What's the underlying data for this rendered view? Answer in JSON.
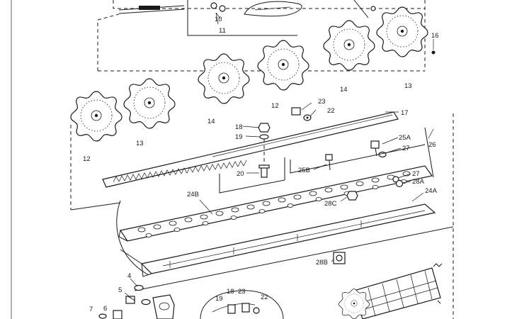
{
  "diagram": {
    "labels": {
      "l10": "10",
      "l11": "11",
      "l16": "16",
      "l12a": "12",
      "l14a": "14",
      "l13a": "13",
      "l12b": "12",
      "l14b": "14",
      "l13b": "13",
      "l23a": "23",
      "l22a": "22",
      "l17": "17",
      "l18a": "18",
      "l19a": "19",
      "l25A": "25A",
      "l27a": "27",
      "l26": "26",
      "l20": "20",
      "l25B": "25B",
      "l27b": "27",
      "l28A": "28A",
      "l24B": "24B",
      "l24A": "24A",
      "l28C": "28C",
      "l28B": "28B",
      "l4": "4",
      "l5": "5",
      "l6": "6",
      "l7": "7",
      "l19b": "19",
      "l18b": "18",
      "l23b": "23",
      "l22b": "22"
    }
  }
}
